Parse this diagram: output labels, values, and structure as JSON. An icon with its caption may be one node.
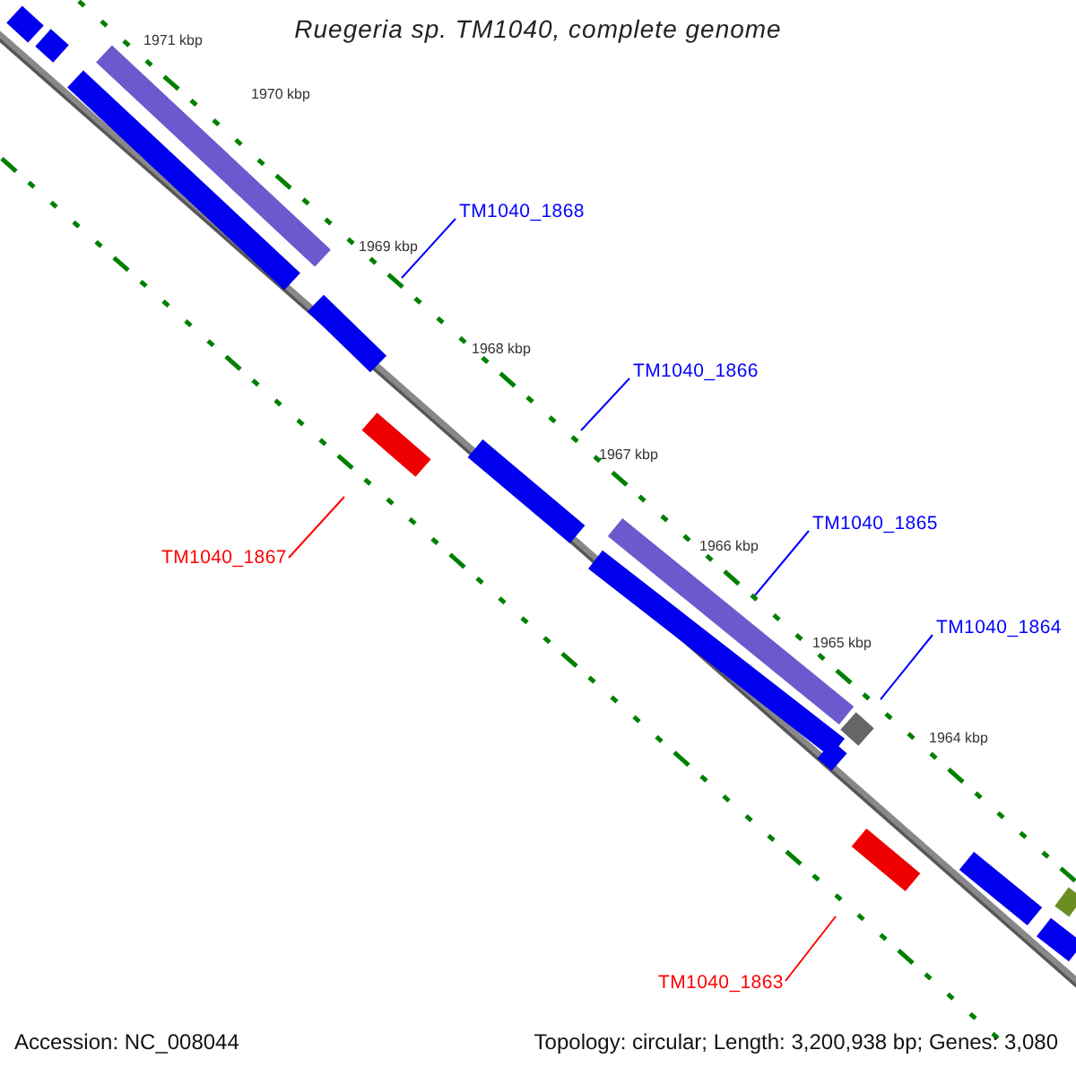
{
  "diagram": {
    "title": "Ruegeria sp. TM1040, complete genome",
    "nodes": [
      {
        "text": [
          "TM1040_1868"
        ]
      },
      {
        "text": [
          "TM1040_1866"
        ]
      },
      {
        "text": [
          "TM1040_1867"
        ]
      },
      {
        "text": [
          "TM1040_1865"
        ]
      },
      {
        "text": [
          "TM1040_1864"
        ]
      },
      {
        "text": [
          "TM1040_1863"
        ]
      }
    ],
    "edges": [
      {
        "from": 0,
        "to": null,
        "arrow": "none"
      },
      {
        "from": 1,
        "to": null,
        "arrow": "none"
      },
      {
        "from": 2,
        "to": null,
        "arrow": "none",
        "color": "#ff0000"
      },
      {
        "from": 3,
        "to": null,
        "arrow": "none"
      },
      {
        "from": 4,
        "to": null,
        "arrow": "none"
      },
      {
        "from": 5,
        "to": null,
        "arrow": "none",
        "color": "#ff0000"
      }
    ],
    "labels": [
      "1971 kbp",
      "1970 kbp",
      "1969 kbp",
      "1968 kbp",
      "1967 kbp",
      "1966 kbp",
      "1965 kbp",
      "1964 kbp",
      "Accession: NC_008044",
      "Topology: circular; Length: 3,200,938 bp; Genes: 3,080"
    ]
  }
}
